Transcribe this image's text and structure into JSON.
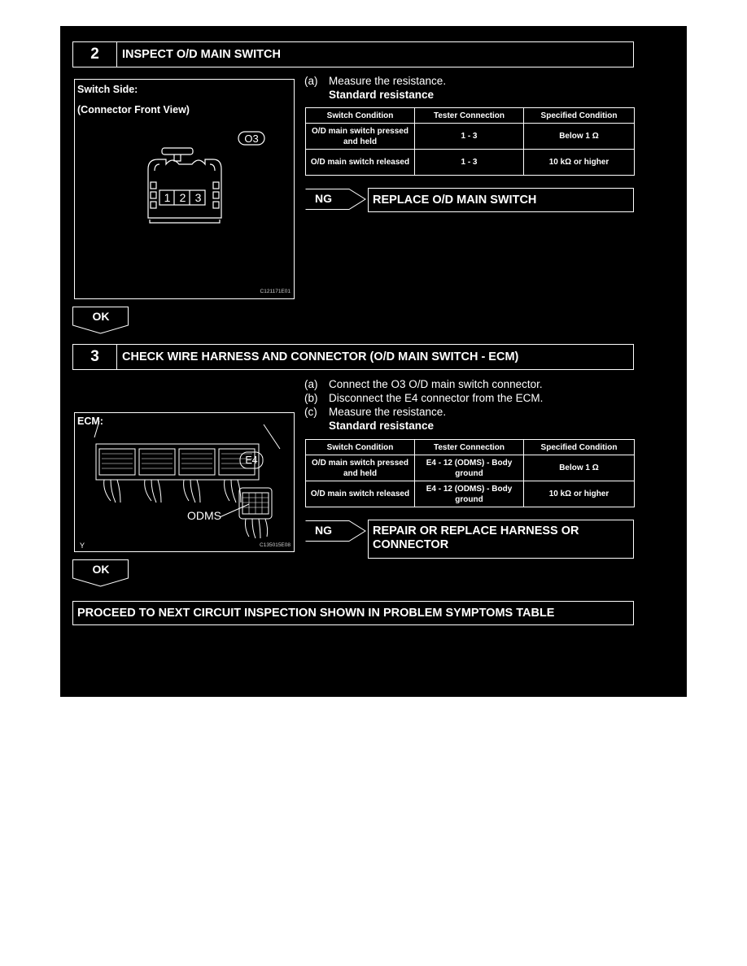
{
  "step2": {
    "number": "2",
    "title": "INSPECT O/D MAIN SWITCH",
    "diagram": {
      "label1": "Switch Side:",
      "label2": "(Connector Front View)",
      "connector_id": "O3",
      "pins": [
        "1",
        "2",
        "3"
      ],
      "code": "C121171E01"
    },
    "instruction": {
      "label": "(a)",
      "text": "Measure the resistance.",
      "subheading": "Standard resistance"
    },
    "table": {
      "headers": [
        "Switch Condition",
        "Tester Connection",
        "Specified Condition"
      ],
      "rows": [
        [
          "O/D main switch pressed and held",
          "1 - 3",
          "Below 1 Ω"
        ],
        [
          "O/D main switch released",
          "1 - 3",
          "10 kΩ or higher"
        ]
      ]
    },
    "ng": {
      "label": "NG",
      "text": "REPLACE O/D MAIN SWITCH"
    },
    "ok": "OK"
  },
  "step3": {
    "number": "3",
    "title": "CHECK WIRE HARNESS AND CONNECTOR (O/D MAIN SWITCH - ECM)",
    "diagram": {
      "label": "ECM:",
      "connector_id": "E4",
      "pin_label": "ODMS",
      "corner": "Y",
      "code": "C135015E08"
    },
    "instructions": [
      {
        "label": "(a)",
        "text": "Connect the O3 O/D main switch connector."
      },
      {
        "label": "(b)",
        "text": "Disconnect the E4 connector from the ECM."
      },
      {
        "label": "(c)",
        "text": "Measure the resistance."
      }
    ],
    "subheading": "Standard resistance",
    "table": {
      "headers": [
        "Switch Condition",
        "Tester Connection",
        "Specified Condition"
      ],
      "rows": [
        [
          "O/D main switch pressed and held",
          "E4 - 12 (ODMS) - Body ground",
          "Below 1 Ω"
        ],
        [
          "O/D main switch released",
          "E4 - 12 (ODMS) - Body ground",
          "10 kΩ or higher"
        ]
      ]
    },
    "ng": {
      "label": "NG",
      "text": "REPAIR OR REPLACE HARNESS OR CONNECTOR"
    },
    "ok": "OK"
  },
  "final": {
    "text": "PROCEED TO NEXT CIRCUIT INSPECTION SHOWN IN PROBLEM SYMPTOMS TABLE"
  }
}
